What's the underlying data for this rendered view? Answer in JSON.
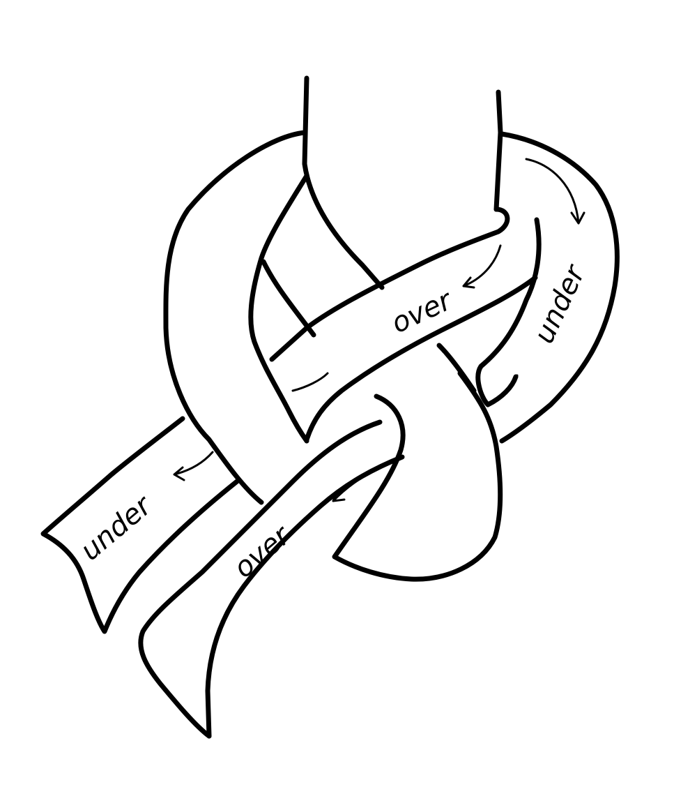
{
  "diagram": {
    "subject": "knot",
    "labels": [
      {
        "text": "over"
      },
      {
        "text": "under"
      },
      {
        "text": "under"
      },
      {
        "text": "over"
      }
    ],
    "stroke_color": "#000000",
    "background": "#ffffff"
  }
}
